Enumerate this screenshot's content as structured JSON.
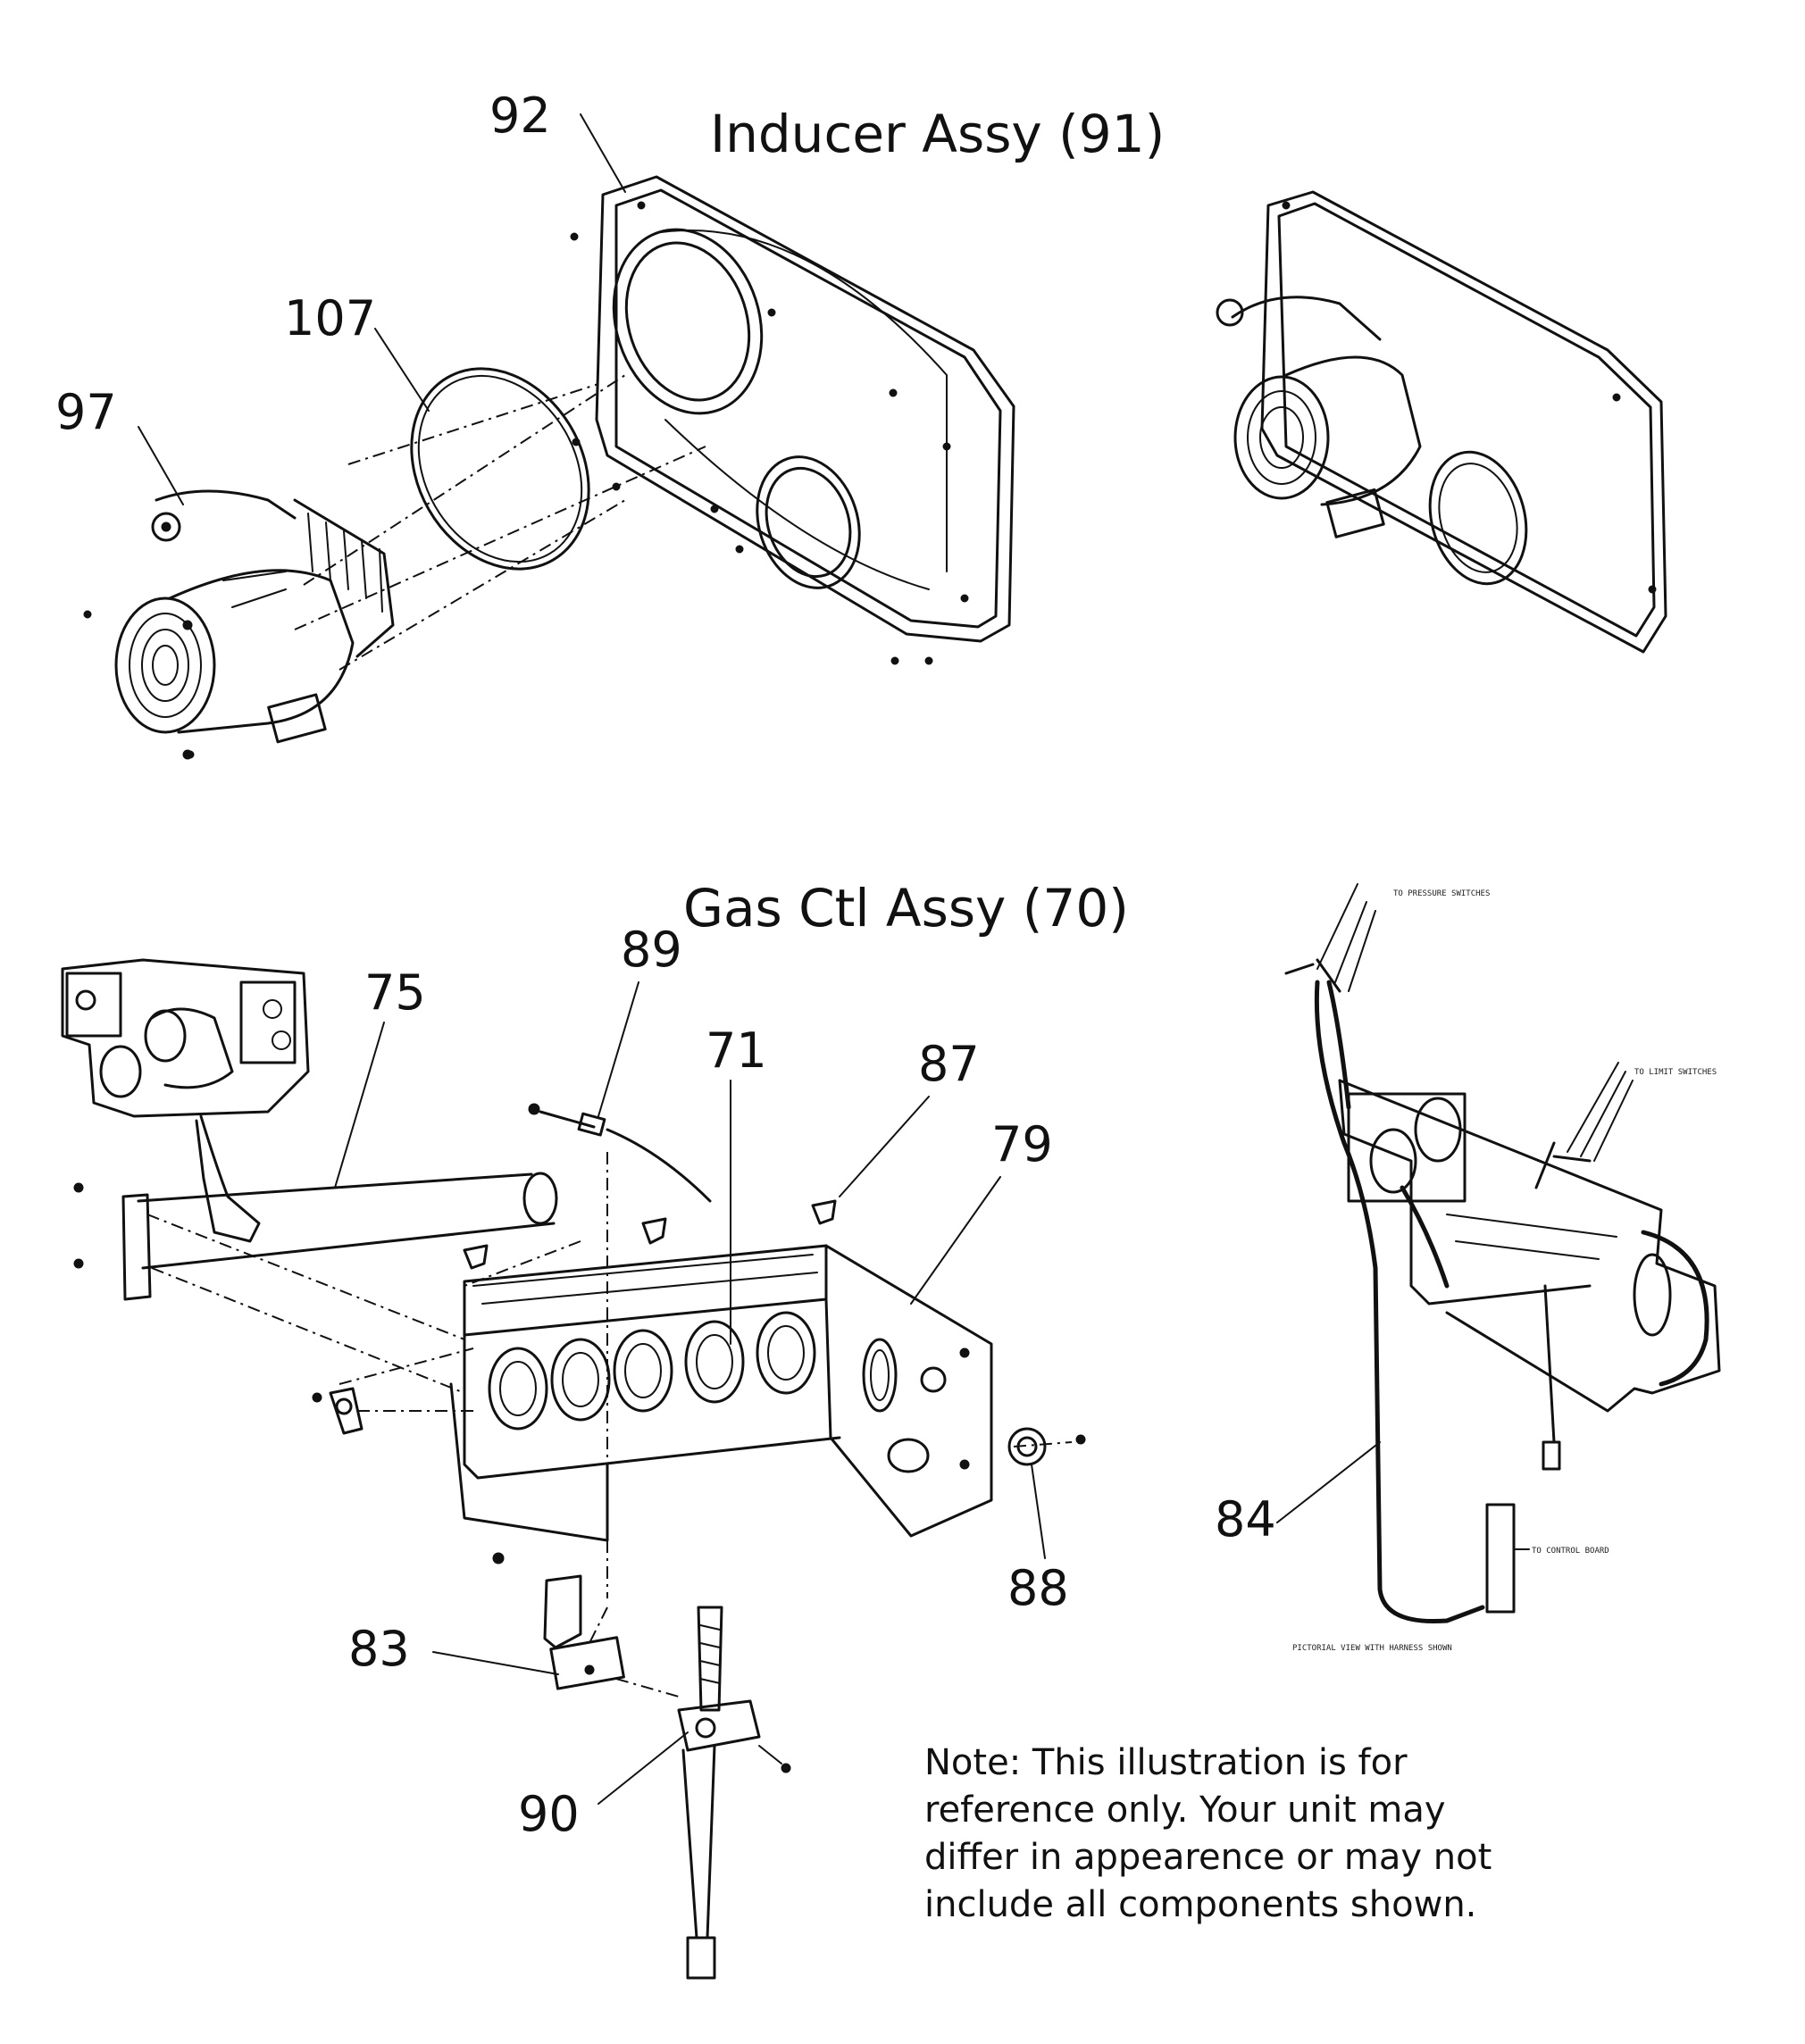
{
  "titles": {
    "inducer": "Inducer Assy (91)",
    "gas_ctl": "Gas Ctl Assy (70)"
  },
  "callouts": {
    "c92": "92",
    "c107": "107",
    "c97": "97",
    "c75": "75",
    "c89": "89",
    "c71": "71",
    "c87": "87",
    "c79": "79",
    "c88": "88",
    "c83": "83",
    "c90": "90",
    "c84": "84"
  },
  "harness_labels": {
    "pressure": "TO PRESSURE SWITCHES",
    "limit": "TO LIMIT SWITCHES",
    "control": "TO CONTROL BOARD",
    "caption": "PICTORIAL VIEW WITH HARNESS SHOWN"
  },
  "note": {
    "line1": "Note: This illustration is for",
    "line2": "reference only. Your unit may",
    "line3": "differ in appearence or may not",
    "line4": "include all components shown."
  }
}
